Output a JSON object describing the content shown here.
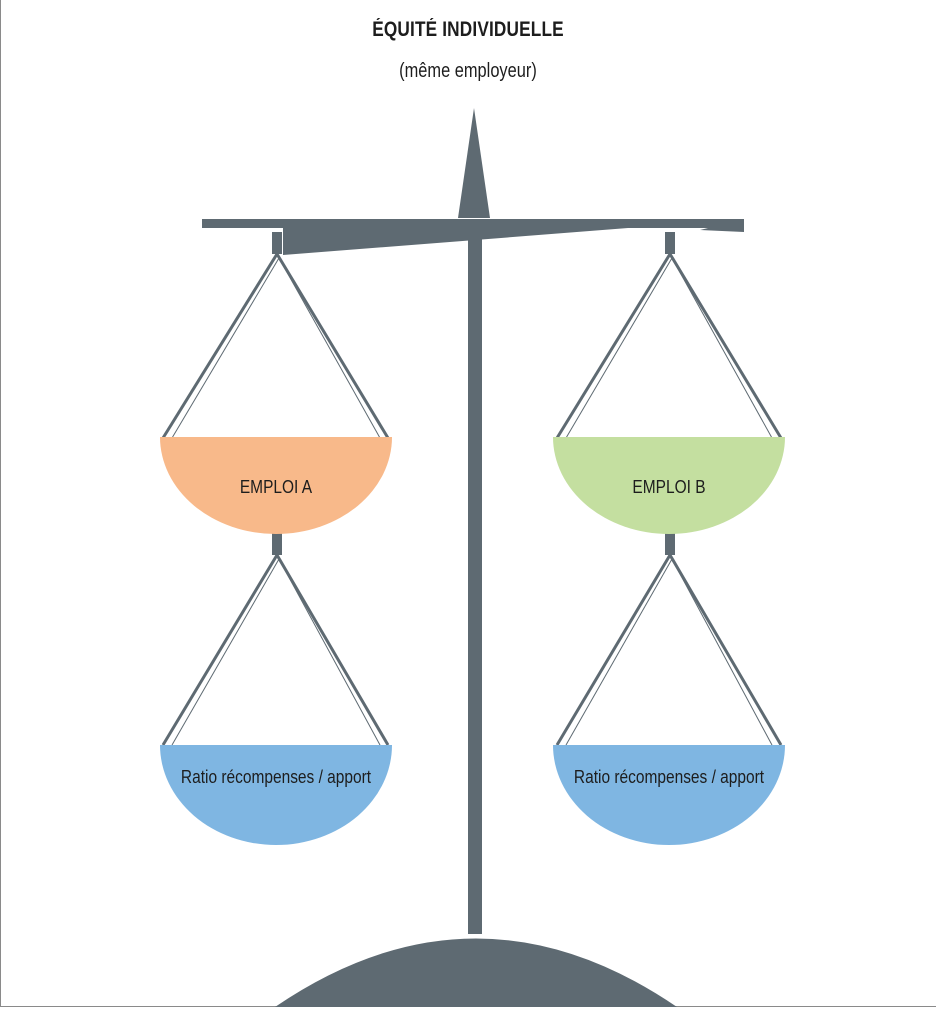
{
  "title": "ÉQUITÉ INDIVIDUELLE",
  "subtitle": "(même employeur)",
  "pans": {
    "emploi_a": "EMPLOI A",
    "emploi_b": "EMPLOI B",
    "ratio_a": "Ratio récompenses / apport",
    "ratio_b": "Ratio récompenses / apport"
  },
  "colors": {
    "structure": "#5e6a72",
    "emploi_a": "#f8b98a",
    "emploi_b": "#c4dfa0",
    "ratio": "#7fb6e2"
  }
}
